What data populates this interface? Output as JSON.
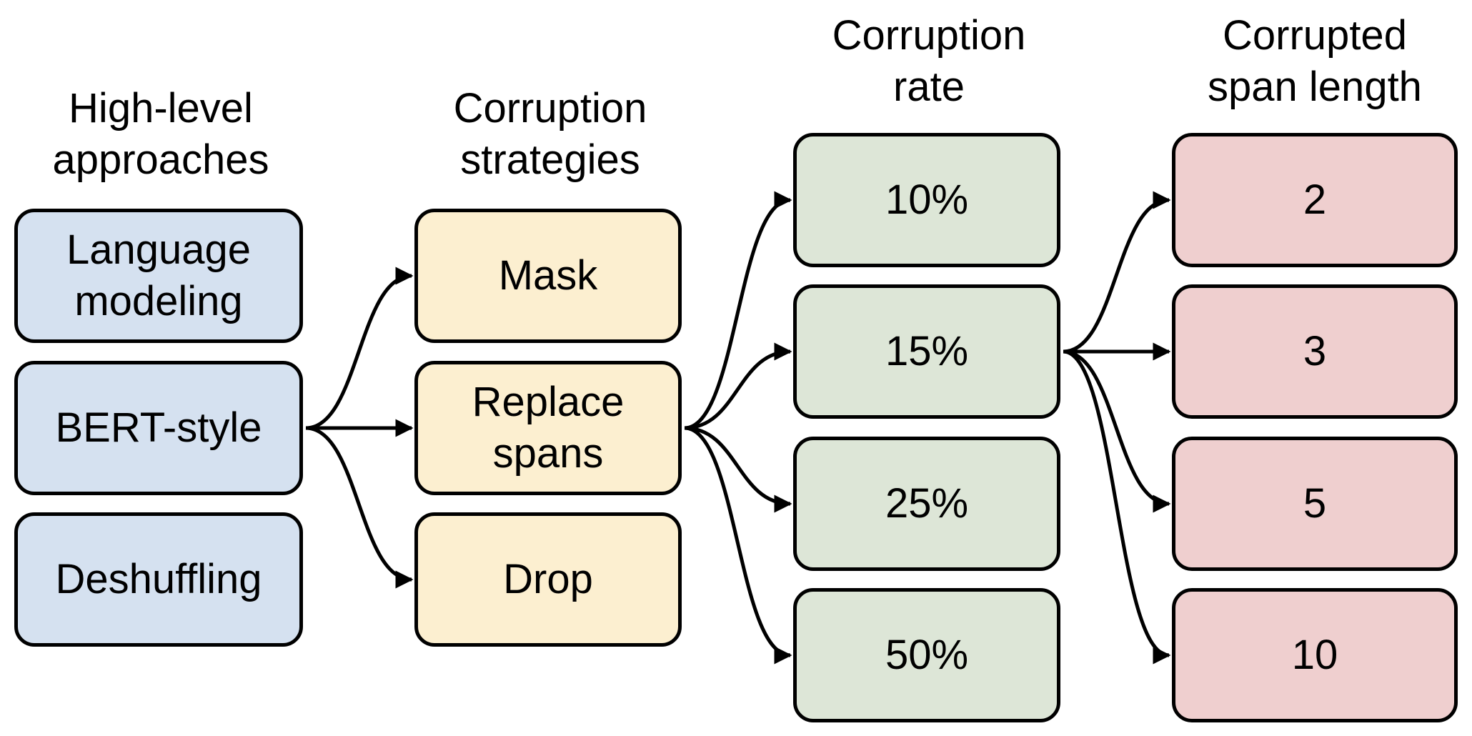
{
  "headers": {
    "approaches": [
      "High-level",
      "approaches"
    ],
    "strategies": [
      "Corruption",
      "strategies"
    ],
    "rate": [
      "Corruption",
      "rate"
    ],
    "span": [
      "Corrupted",
      "span length"
    ]
  },
  "approaches": [
    [
      "Language",
      "modeling"
    ],
    [
      "BERT-style"
    ],
    [
      "Deshuffling"
    ]
  ],
  "strategies": [
    [
      "Mask"
    ],
    [
      "Replace",
      "spans"
    ],
    [
      "Drop"
    ]
  ],
  "rates": [
    "10%",
    "15%",
    "25%",
    "50%"
  ],
  "span_lengths": [
    "2",
    "3",
    "5",
    "10"
  ],
  "colors": {
    "approaches": "#d5e1f0",
    "strategies": "#fcefd0",
    "rates": "#dde6d7",
    "span_lengths": "#efcfcf",
    "stroke": "#000000"
  }
}
